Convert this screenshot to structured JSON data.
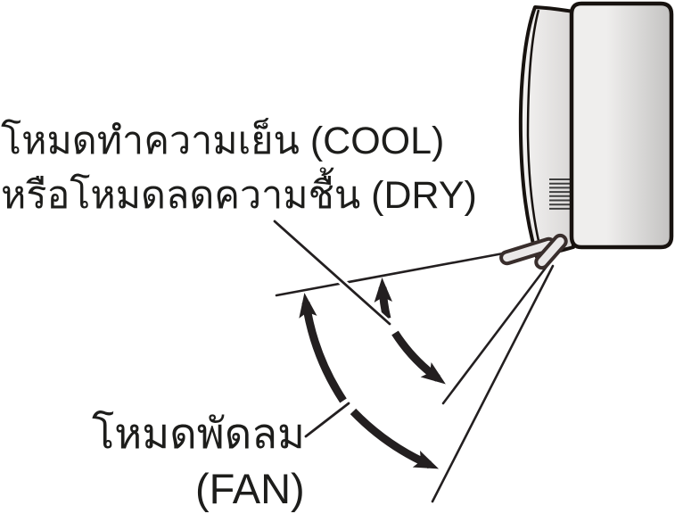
{
  "diagram": {
    "cool_dry_label": {
      "line1": "โหมดทำความเย็น (COOL)",
      "line2": "หรือโหมดลดความชื้น (DRY)"
    },
    "fan_label": {
      "line1": "โหมดพัดลม",
      "line2": "(FAN)"
    },
    "colors": {
      "background": "#ffffff",
      "text_color": "#1d1d1b",
      "line_color": "#231f20",
      "unit_outline": "#17120f",
      "unit_fill_light": "#efeeed",
      "unit_fill_dark": "#c3c2c1",
      "panel_fill_light": "#f4f3f2",
      "panel_fill_dark": "#d9d7d6",
      "louver_fill": "#eae8e8",
      "louver_outline": "#392e2c",
      "grille_color": "#3e3e3e"
    }
  }
}
